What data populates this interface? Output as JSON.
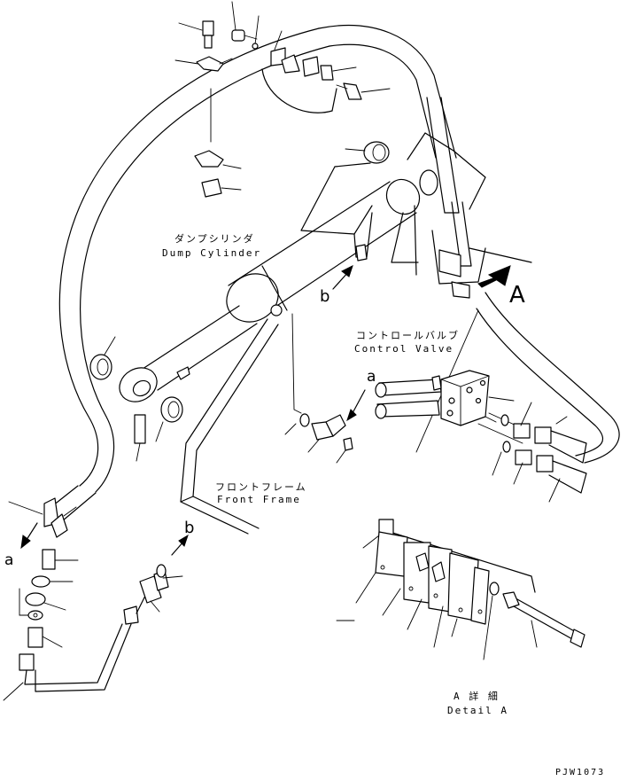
{
  "labels": {
    "dump_cylinder_jp": "ダンプシリンダ",
    "dump_cylinder_en": "Dump Cylinder",
    "control_valve_jp": "コントロールバルブ",
    "control_valve_en": "Control Valve",
    "front_frame_jp": "フロントフレーム",
    "front_frame_en": "Front Frame",
    "detail_a_jp": "A 詳 細",
    "detail_a_en": "Detail A",
    "drawing_code": "PJW1073"
  },
  "callouts": {
    "a_top": "a",
    "a_left": "a",
    "b_mid": "b",
    "b_bottom": "b",
    "view_a": "A"
  }
}
